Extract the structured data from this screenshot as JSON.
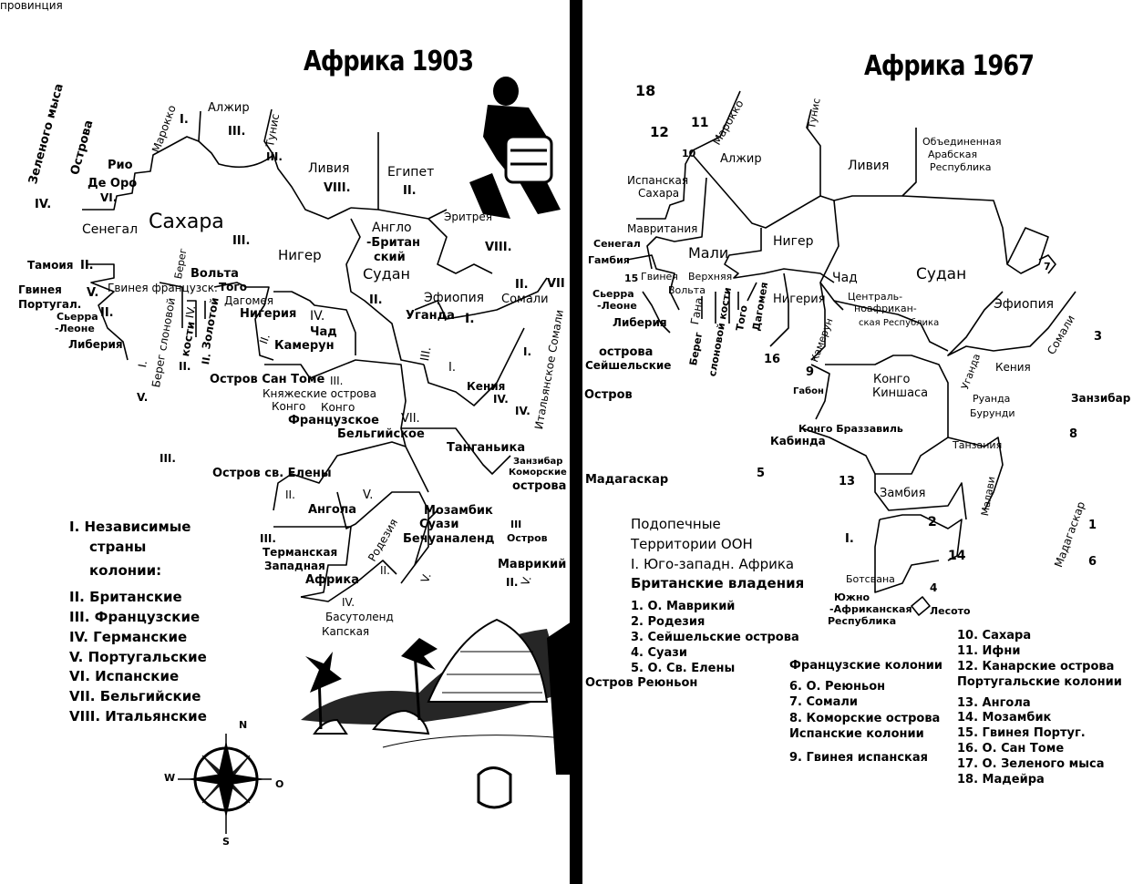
{
  "left_map": {
    "title": "Африка 1903",
    "labels": [
      "Зеленого мыса",
      "Острова",
      "IV.",
      "Рио",
      "Де Оро",
      "VI.",
      "Марокко",
      "I.",
      "Алжир",
      "III.",
      "Тунис",
      "III.",
      "Ливия",
      "VIII.",
      "Египет",
      "II.",
      "Сенегал",
      "Сахара",
      "III.",
      "Нигер",
      "Англо",
      "-Британ",
      "ский",
      "Судан",
      "II.",
      "Эритрея",
      "VIII.",
      "Эфиопия",
      "I.",
      "Сомали",
      "II.",
      "Итальянское Сомали",
      "VII",
      "Тамоия",
      "II.",
      "Гвинея французск.",
      "Гвинея",
      "Португал.",
      "V.",
      "Сьерра",
      "-Леоне",
      "II.",
      "Либерия",
      "I.",
      "Берег слоновой",
      "кости",
      "Золотой",
      "Берег",
      "Вольта",
      "II.",
      "Того",
      "IV.",
      "Дагомея",
      "Нигерия",
      "II.",
      "Камерун",
      "IV.",
      "Чад",
      "III.",
      "Уганда",
      "I.",
      "Кения",
      "I.",
      "Сейшельские",
      "острова",
      "II.",
      "Остров Сан Томе",
      "V.",
      "Княжеские острова",
      "Конго",
      "Французское",
      "III.",
      "Конго",
      "Бельгийское",
      "VII.",
      "Танганьика",
      "IV.",
      "Остров",
      "IV.",
      "Занзибар",
      "Коморские",
      "острова",
      "III.",
      "Остров св. Елены",
      "II.",
      "Ангола",
      "V.",
      "Родезия",
      "Бечуаналенд",
      "II.",
      "Суази",
      "V.",
      "Мозамбик",
      "V.",
      "Мадагаскар",
      "III",
      "Остров",
      "Маврикий",
      "II.",
      "Остров Реюньон",
      "III.",
      "Терманская",
      "Западная",
      "Африка",
      "IV.",
      "Басутоленд",
      "Капская",
      "провинция"
    ],
    "legend": {
      "independent": "I. Независимые",
      "independent2": "страны",
      "colonies": "колонии:",
      "items": [
        "II. Британские",
        "III. Французские",
        "IV. Германские",
        "V. Португальские",
        "VI. Испанские",
        "VII. Бельгийские",
        "VIII. Итальянские"
      ]
    },
    "compass": {
      "n": "N",
      "s": "S",
      "w": "W",
      "o": "O"
    }
  },
  "right_map": {
    "title": "Африка 1967",
    "labels": [
      "18",
      "12",
      "11",
      "Марокко",
      "10",
      "Испанская",
      "Сахара",
      "Алжир",
      "Тунис",
      "Ливия",
      "Объединенная",
      "Арабская",
      "Республика",
      "Мавритания",
      "Мали",
      "Нигер",
      "Сенегал",
      "Гамбия",
      "15",
      "Гвинея",
      "Сьерра",
      "-Леоне",
      "Либерия",
      "Берег",
      "слоновой кости",
      "Верхняя",
      "Вольта",
      "Гана",
      "Того",
      "Дагомея",
      "Нигерия",
      "Чад",
      "Судан",
      "7",
      "Эфиопия",
      "Сомали",
      "3",
      "Централь-",
      "ноафрикан-",
      "ская Республика",
      "Камерун",
      "16",
      "9",
      "Габон",
      "Конго Браззавиль",
      "Конго",
      "Киншаса",
      "Уганда",
      "Кения",
      "Руанда",
      "Бурунди",
      "Танзания",
      "Занзибар",
      "8",
      "Кабинда",
      "5",
      "13",
      "Замбия",
      "Малави",
      "Мадагаскар",
      "1",
      "6",
      "2",
      "I.",
      "Ботсвана",
      "14",
      "4",
      "Лесото",
      "Южно",
      "-Африканская",
      "Республика"
    ],
    "un_legend": {
      "title1": "Подопечные",
      "title2": "Территории ООН",
      "item": "I. Юго-западн. Африка"
    },
    "british": {
      "title": "Британские владения",
      "items": [
        "1. О. Маврикий",
        "2. Родезия",
        "3. Сейшельские острова",
        "4. Суази",
        "5. О. Св. Елены"
      ]
    },
    "french": {
      "title": "Французские колонии",
      "items": [
        "6. О. Реюньон",
        "7. Сомали",
        "8. Коморские острова"
      ]
    },
    "spanish": {
      "title": "Испанские колонии",
      "items": [
        "9. Гвинея испанская",
        "10. Сахара",
        "11. Ифни",
        "12. Канарские острова"
      ]
    },
    "portuguese": {
      "title": "Португальские колонии",
      "items": [
        "13. Ангола",
        "14. Мозамбик",
        "15. Гвинея Португ.",
        "16. О. Сан Томе",
        "17. О. Зеленого мыса",
        "18. Мадейра"
      ]
    }
  },
  "colors": {
    "ink": "#000000",
    "paper": "#ffffff"
  }
}
